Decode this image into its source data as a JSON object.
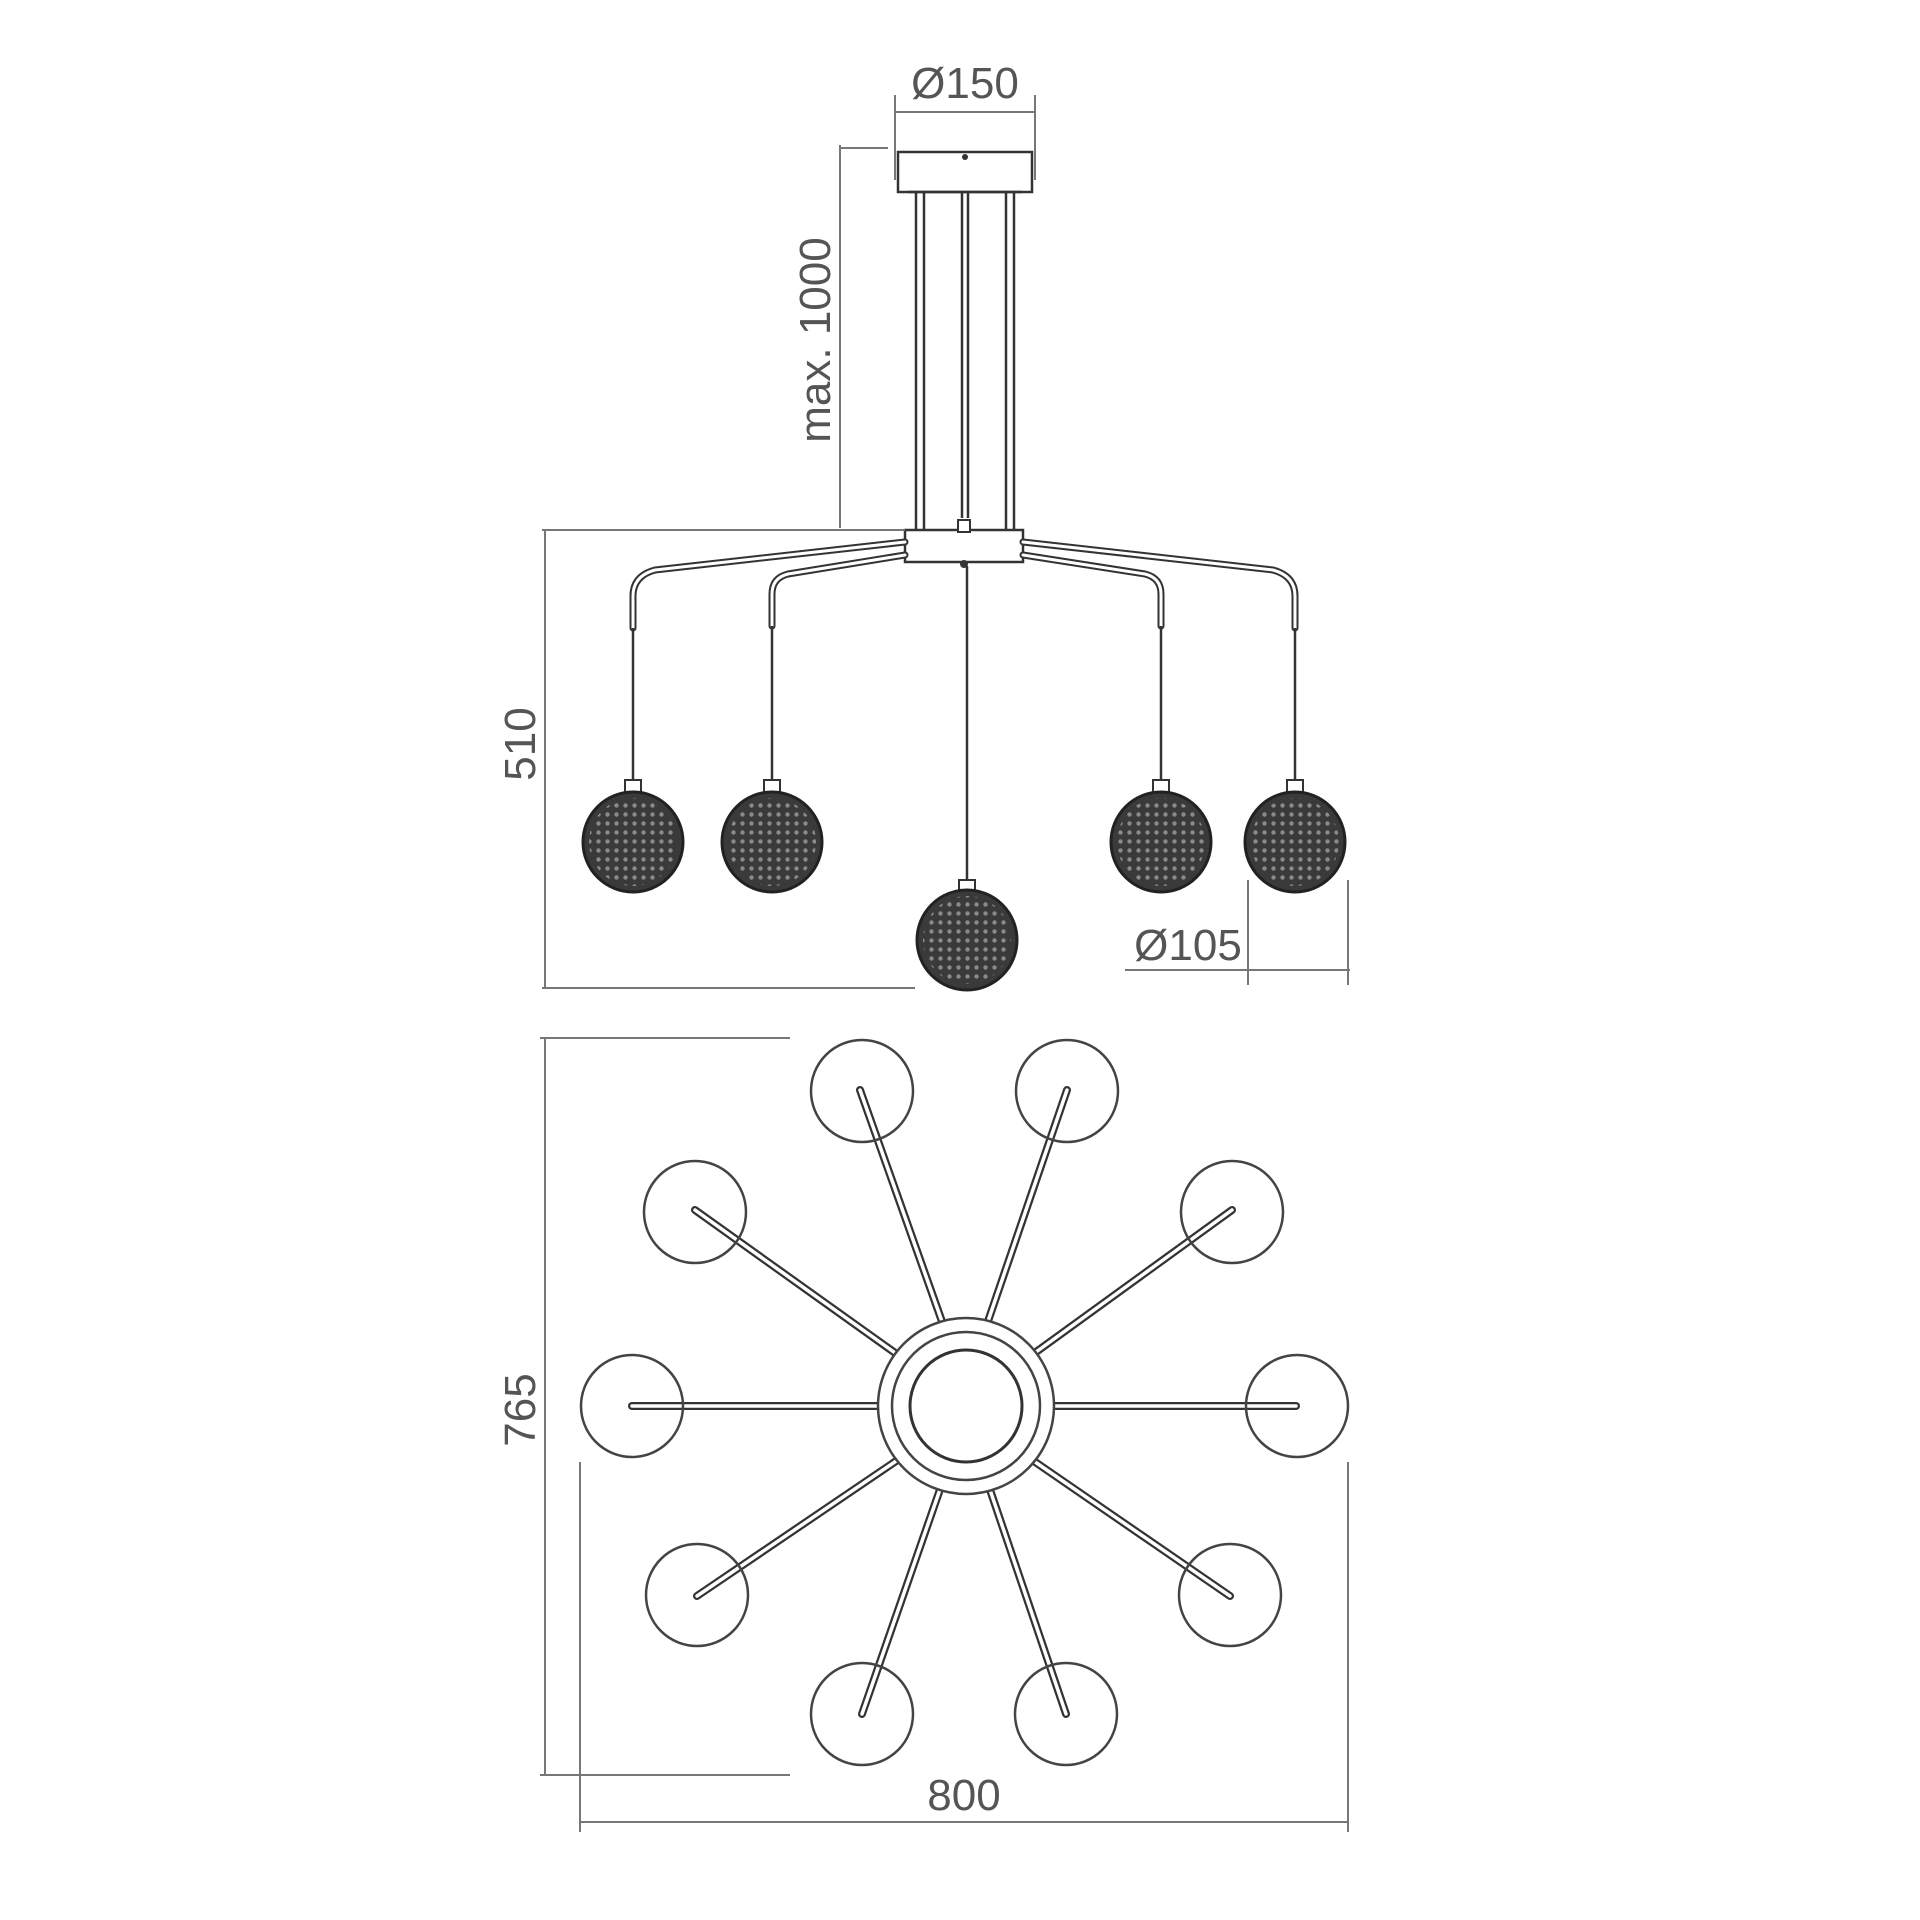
{
  "dimensions": {
    "canopy_diameter": "Ø150",
    "max_drop": "max. 1000",
    "body_height": "510",
    "globe_diameter": "Ø105",
    "plan_depth": "765",
    "plan_width": "800"
  },
  "colors": {
    "line": "#333333",
    "dimension": "#777777",
    "globe": "#3a3a3a"
  }
}
